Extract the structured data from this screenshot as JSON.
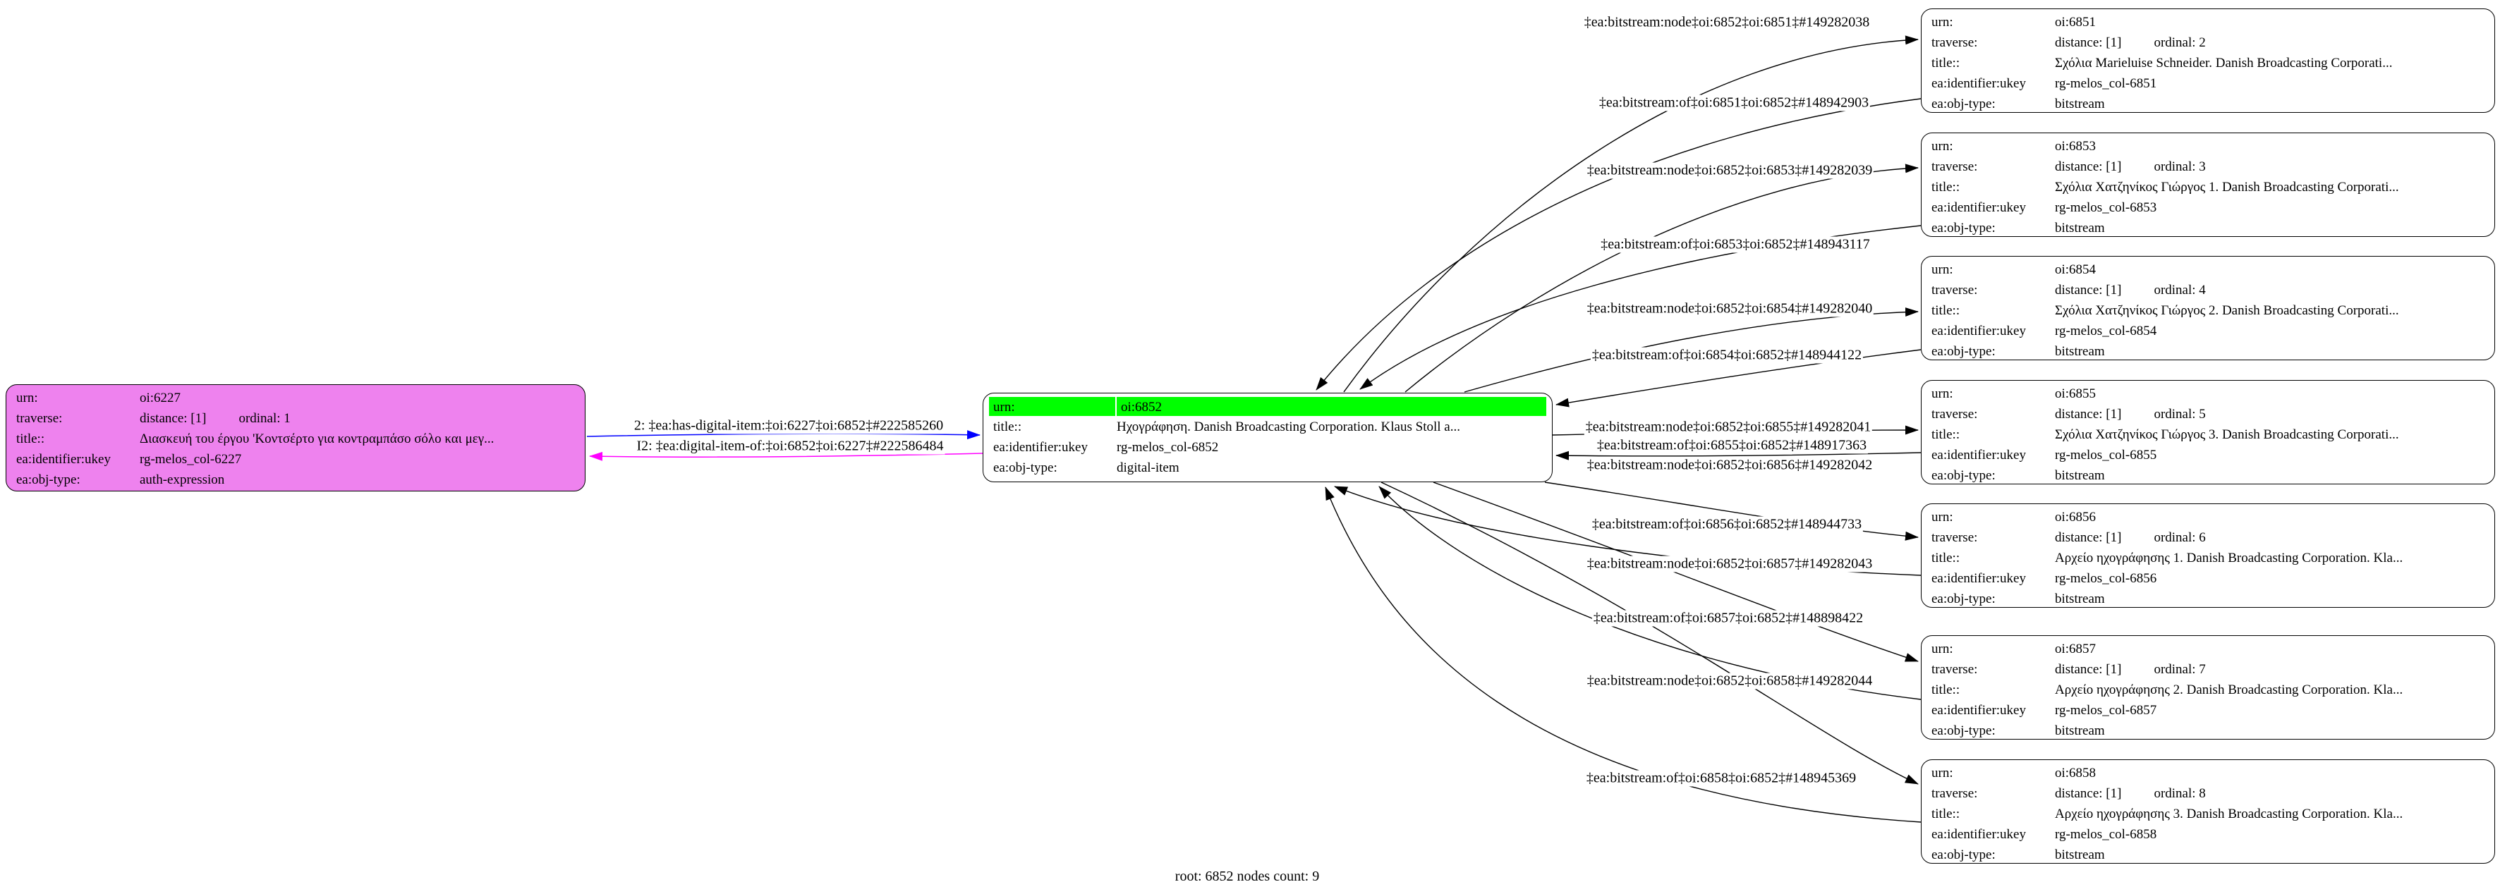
{
  "footer": "root: 6852 nodes count: 9",
  "colors": {
    "source_fill": "#ee82ee",
    "root_highlight": "#00ff00",
    "edge_forward": "#0000ff",
    "edge_backward": "#ff00ff",
    "edge_default": "#000000"
  },
  "nodes": [
    {
      "id": "oi:6227",
      "rows": {
        "urn": {
          "label": "urn:",
          "value": "oi:6227"
        },
        "traverse": {
          "label": "traverse:",
          "distance": "distance: [1]",
          "ordinal": "ordinal: 1"
        },
        "title": {
          "label": "title::",
          "value": "Διασκευή του έργου 'Κοντσέρτο για κοντραμπάσο σόλο και μεγ..."
        },
        "ukey": {
          "label": "ea:identifier:ukey",
          "value": "rg-melos_col-6227"
        },
        "objtype": {
          "label": "ea:obj-type:",
          "value": "auth-expression"
        }
      }
    },
    {
      "id": "oi:6852",
      "rows": {
        "urn": {
          "label": "urn:",
          "value": "oi:6852"
        },
        "title": {
          "label": "title::",
          "value": "Ηχογράφηση. Danish Broadcasting Corporation. Klaus Stoll a..."
        },
        "ukey": {
          "label": "ea:identifier:ukey",
          "value": "rg-melos_col-6852"
        },
        "objtype": {
          "label": "ea:obj-type:",
          "value": "digital-item"
        }
      }
    },
    {
      "id": "oi:6851",
      "rows": {
        "urn": {
          "label": "urn:",
          "value": "oi:6851"
        },
        "traverse": {
          "label": "traverse:",
          "distance": "distance: [1]",
          "ordinal": "ordinal: 2"
        },
        "title": {
          "label": "title::",
          "value": "Σχόλια Marieluise Schneider. Danish Broadcasting Corporati..."
        },
        "ukey": {
          "label": "ea:identifier:ukey",
          "value": "rg-melos_col-6851"
        },
        "objtype": {
          "label": "ea:obj-type:",
          "value": "bitstream"
        }
      }
    },
    {
      "id": "oi:6853",
      "rows": {
        "urn": {
          "label": "urn:",
          "value": "oi:6853"
        },
        "traverse": {
          "label": "traverse:",
          "distance": "distance: [1]",
          "ordinal": "ordinal: 3"
        },
        "title": {
          "label": "title::",
          "value": "Σχόλια Χατζηνίκος Γιώργος 1. Danish Broadcasting Corporati..."
        },
        "ukey": {
          "label": "ea:identifier:ukey",
          "value": "rg-melos_col-6853"
        },
        "objtype": {
          "label": "ea:obj-type:",
          "value": "bitstream"
        }
      }
    },
    {
      "id": "oi:6854",
      "rows": {
        "urn": {
          "label": "urn:",
          "value": "oi:6854"
        },
        "traverse": {
          "label": "traverse:",
          "distance": "distance: [1]",
          "ordinal": "ordinal: 4"
        },
        "title": {
          "label": "title::",
          "value": "Σχόλια Χατζηνίκος Γιώργος 2. Danish Broadcasting Corporati..."
        },
        "ukey": {
          "label": "ea:identifier:ukey",
          "value": "rg-melos_col-6854"
        },
        "objtype": {
          "label": "ea:obj-type:",
          "value": "bitstream"
        }
      }
    },
    {
      "id": "oi:6855",
      "rows": {
        "urn": {
          "label": "urn:",
          "value": "oi:6855"
        },
        "traverse": {
          "label": "traverse:",
          "distance": "distance: [1]",
          "ordinal": "ordinal: 5"
        },
        "title": {
          "label": "title::",
          "value": "Σχόλια Χατζηνίκος Γιώργος 3. Danish Broadcasting Corporati..."
        },
        "ukey": {
          "label": "ea:identifier:ukey",
          "value": "rg-melos_col-6855"
        },
        "objtype": {
          "label": "ea:obj-type:",
          "value": "bitstream"
        }
      }
    },
    {
      "id": "oi:6856",
      "rows": {
        "urn": {
          "label": "urn:",
          "value": "oi:6856"
        },
        "traverse": {
          "label": "traverse:",
          "distance": "distance: [1]",
          "ordinal": "ordinal: 6"
        },
        "title": {
          "label": "title::",
          "value": "Αρχείο ηχογράφησης 1. Danish Broadcasting Corporation. Kla..."
        },
        "ukey": {
          "label": "ea:identifier:ukey",
          "value": "rg-melos_col-6856"
        },
        "objtype": {
          "label": "ea:obj-type:",
          "value": "bitstream"
        }
      }
    },
    {
      "id": "oi:6857",
      "rows": {
        "urn": {
          "label": "urn:",
          "value": "oi:6857"
        },
        "traverse": {
          "label": "traverse:",
          "distance": "distance: [1]",
          "ordinal": "ordinal: 7"
        },
        "title": {
          "label": "title::",
          "value": "Αρχείο ηχογράφησης 2. Danish Broadcasting Corporation. Kla..."
        },
        "ukey": {
          "label": "ea:identifier:ukey",
          "value": "rg-melos_col-6857"
        },
        "objtype": {
          "label": "ea:obj-type:",
          "value": "bitstream"
        }
      }
    },
    {
      "id": "oi:6858",
      "rows": {
        "urn": {
          "label": "urn:",
          "value": "oi:6858"
        },
        "traverse": {
          "label": "traverse:",
          "distance": "distance: [1]",
          "ordinal": "ordinal: 8"
        },
        "title": {
          "label": "title::",
          "value": "Αρχείο ηχογράφησης 3. Danish Broadcasting Corporation. Kla..."
        },
        "ukey": {
          "label": "ea:identifier:ukey",
          "value": "rg-melos_col-6858"
        },
        "objtype": {
          "label": "ea:obj-type:",
          "value": "bitstream"
        }
      }
    }
  ],
  "edges": [
    {
      "label": "2: ‡ea:has-digital-item:‡oi:6227‡oi:6852‡#222585260"
    },
    {
      "label": "I2: ‡ea:digital-item-of:‡oi:6852‡oi:6227‡#222586484"
    },
    {
      "label": "‡ea:bitstream:node‡oi:6852‡oi:6851‡#149282038"
    },
    {
      "label": "‡ea:bitstream:of‡oi:6851‡oi:6852‡#148942903"
    },
    {
      "label": "‡ea:bitstream:node‡oi:6852‡oi:6853‡#149282039"
    },
    {
      "label": "‡ea:bitstream:of‡oi:6853‡oi:6852‡#148943117"
    },
    {
      "label": "‡ea:bitstream:node‡oi:6852‡oi:6854‡#149282040"
    },
    {
      "label": "‡ea:bitstream:of‡oi:6854‡oi:6852‡#148944122"
    },
    {
      "label": "‡ea:bitstream:node‡oi:6852‡oi:6855‡#149282041"
    },
    {
      "label": "‡ea:bitstream:of‡oi:6855‡oi:6852‡#148917363"
    },
    {
      "label": "‡ea:bitstream:node‡oi:6852‡oi:6856‡#149282042"
    },
    {
      "label": "‡ea:bitstream:of‡oi:6856‡oi:6852‡#148944733"
    },
    {
      "label": "‡ea:bitstream:node‡oi:6852‡oi:6857‡#149282043"
    },
    {
      "label": "‡ea:bitstream:of‡oi:6857‡oi:6852‡#148898422"
    },
    {
      "label": "‡ea:bitstream:node‡oi:6852‡oi:6858‡#149282044"
    },
    {
      "label": "‡ea:bitstream:of‡oi:6858‡oi:6852‡#148945369"
    }
  ]
}
